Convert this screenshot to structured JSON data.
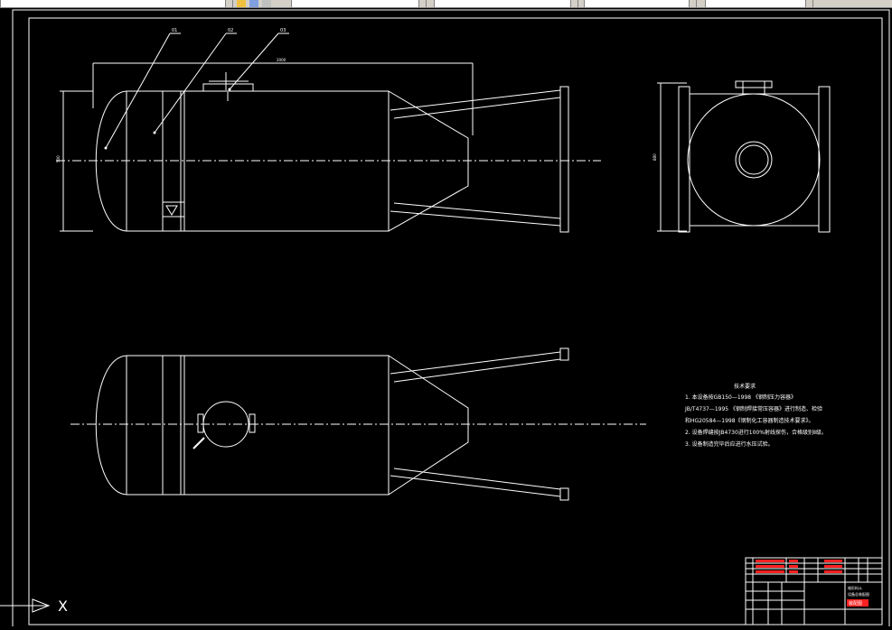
{
  "colors": {
    "background": "#000000",
    "line": "#ffffff",
    "title_block_red": "#ff2020",
    "toolbar": "#d4d0c8"
  },
  "drawing": {
    "callouts": [
      "01",
      "02",
      "03"
    ],
    "overall_length_label": "2000",
    "height_label_front": "500",
    "height_label_side": "880",
    "notes_title": "技术要求",
    "notes": [
      "1. 本设备按GB150—1998 《钢制压力容器》",
      "JB/T4737—1995 《钢制焊接常压容器》进行制造、检验",
      "和HG20584—1998《钢制化工容器制造技术要求》。",
      "2. 设备焊缝按JB4730进行100%射线探伤，合格级别Ⅱ级。",
      "3. 设备制造完毕后应进行水压试验。"
    ]
  },
  "title_block": {
    "drawing_name": "锥形料斗",
    "drawing_subtitle": "设备总装配图",
    "red_label": "装配图"
  },
  "ucs": {
    "x_label": "X",
    "icon": "ucs-icon"
  }
}
